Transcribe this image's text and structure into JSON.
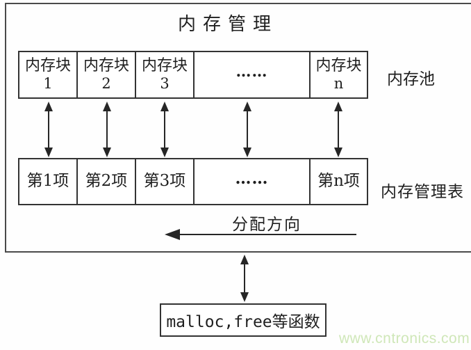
{
  "title": "内存管理",
  "pool": {
    "side_label": "内存池",
    "cells": [
      {
        "text": "内存块",
        "sub": "1"
      },
      {
        "text": "内存块",
        "sub": "2"
      },
      {
        "text": "内存块",
        "sub": "3"
      },
      {
        "text": "……",
        "sub": ""
      },
      {
        "text": "内存块",
        "sub": "n"
      }
    ]
  },
  "table": {
    "side_label": "内存管理表",
    "cells": [
      {
        "text": "第1项"
      },
      {
        "text": "第2项"
      },
      {
        "text": "第3项"
      },
      {
        "text": "……"
      },
      {
        "text": "第n项"
      }
    ]
  },
  "allocation_label": "分配方向",
  "bottom_box_label": "malloc,free等函数",
  "watermark_text": "www.cntronics.com",
  "colors": {
    "line": "#262626",
    "frame": "#4a4a4a",
    "watermark": "#cfe7b8"
  }
}
